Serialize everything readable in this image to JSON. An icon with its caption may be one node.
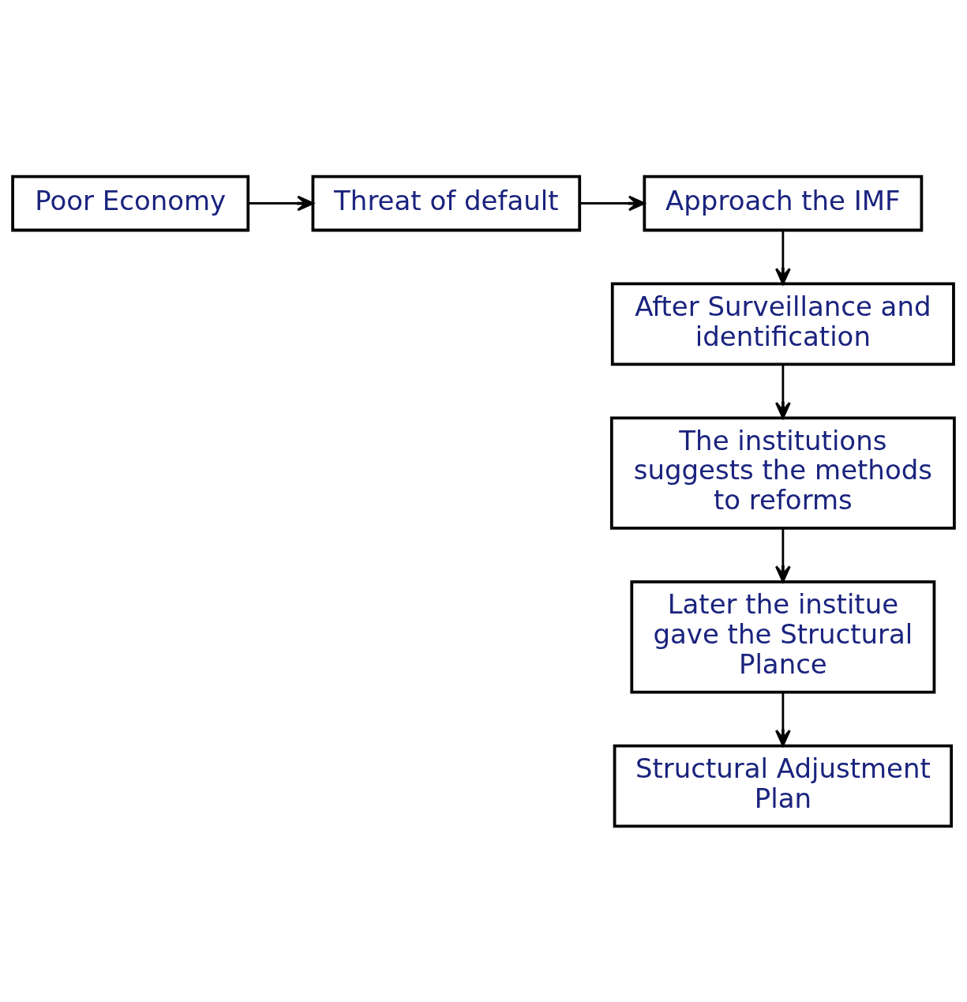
{
  "diagram": {
    "nodes": [
      {
        "text": [
          "Poor Economy"
        ]
      },
      {
        "text": [
          "Threat of default"
        ]
      },
      {
        "text": [
          "Approach the IMF"
        ]
      },
      {
        "text": [
          "After Surveillance and identification"
        ]
      },
      {
        "text": [
          "The institutions suggests the methods to reforms"
        ]
      },
      {
        "text": [
          "Later the institue gave the Structural Plance"
        ]
      },
      {
        "text": [
          "Structural Adjustment Plan"
        ]
      }
    ],
    "edges": [
      {
        "from": 0,
        "to": 1,
        "arrow": "to"
      },
      {
        "from": 1,
        "to": 2,
        "arrow": "to"
      },
      {
        "from": 2,
        "to": 3,
        "arrow": "to"
      },
      {
        "from": 3,
        "to": 4,
        "arrow": "to"
      },
      {
        "from": 4,
        "to": 5,
        "arrow": "to"
      },
      {
        "from": 5,
        "to": 6,
        "arrow": "to"
      }
    ]
  }
}
